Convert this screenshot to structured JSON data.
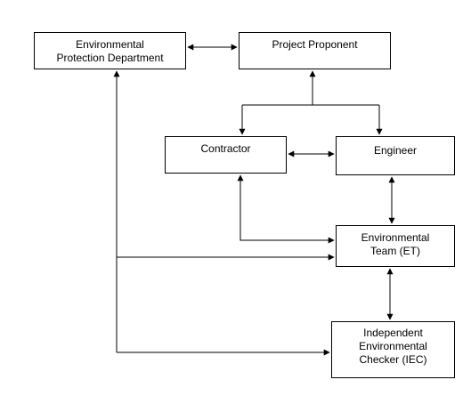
{
  "nodes": {
    "epd": "Environmental\nProtection Department",
    "project_proponent": "Project Proponent",
    "contractor": "Contractor",
    "engineer": "Engineer",
    "environmental_team": "Environmental\nTeam (ET)",
    "iec": "Independent\nEnvironmental\nChecker (IEC)"
  },
  "connections": [
    {
      "from": "epd",
      "to": "project_proponent",
      "direction": "both"
    },
    {
      "from": "project_proponent",
      "to": "contractor",
      "direction": "both"
    },
    {
      "from": "project_proponent",
      "to": "engineer",
      "direction": "both"
    },
    {
      "from": "contractor",
      "to": "engineer",
      "direction": "both"
    },
    {
      "from": "engineer",
      "to": "environmental_team",
      "direction": "both"
    },
    {
      "from": "contractor",
      "to": "environmental_team",
      "direction": "both"
    },
    {
      "from": "epd",
      "to": "environmental_team",
      "direction": "both"
    },
    {
      "from": "environmental_team",
      "to": "iec",
      "direction": "both"
    },
    {
      "from": "epd",
      "to": "iec",
      "direction": "both"
    }
  ],
  "colors": {
    "line": "#000000",
    "box_border": "#000000",
    "background": "#ffffff"
  }
}
